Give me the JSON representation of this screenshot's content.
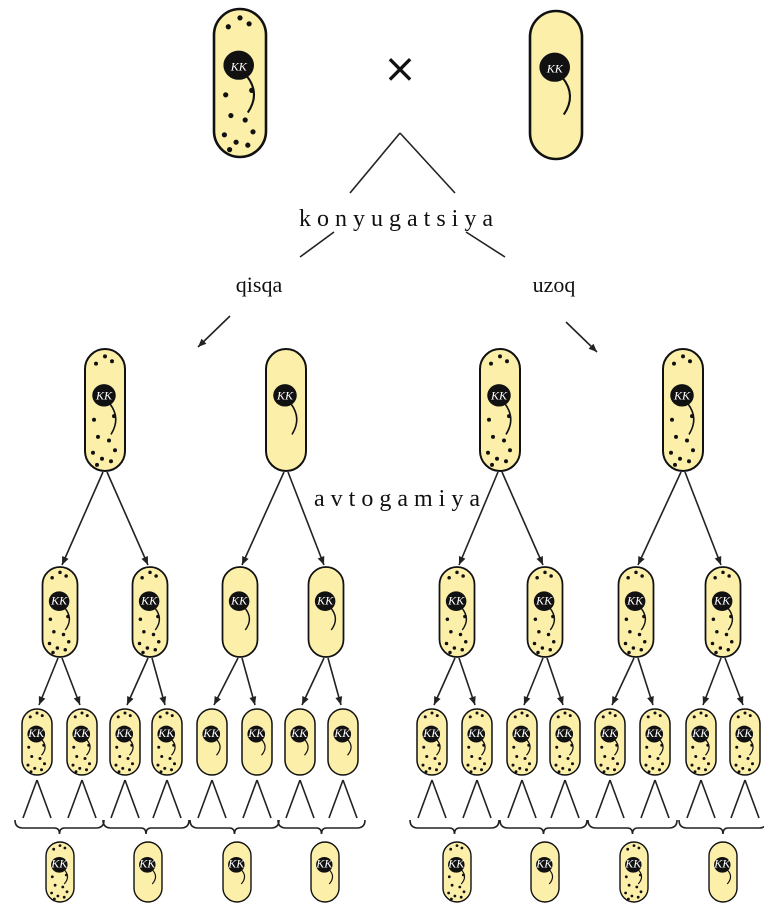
{
  "labels": {
    "cross_symbol": "×",
    "konyugatsiya": "konyugatsiya",
    "qisqa": "qisqa",
    "uzoq": "uzoq",
    "avtogamiya": "avtogamiya"
  },
  "nucleus_label": "KK",
  "colors": {
    "cell_fill": "#fbefaa",
    "cell_stroke": "#111111",
    "nucleus": "#111111",
    "line": "#222222"
  },
  "cells": {
    "parents": [
      {
        "name": "parent-spotted",
        "spots": true
      },
      {
        "name": "parent-plain",
        "spots": false
      }
    ],
    "row1": [
      {
        "spots": true
      },
      {
        "spots": false
      },
      {
        "spots": true
      },
      {
        "spots": true
      }
    ],
    "row2": [
      {
        "spots": true
      },
      {
        "spots": true
      },
      {
        "spots": false
      },
      {
        "spots": false
      },
      {
        "spots": true
      },
      {
        "spots": true
      },
      {
        "spots": true
      },
      {
        "spots": true
      }
    ],
    "row3": [
      {
        "spots": true
      },
      {
        "spots": true
      },
      {
        "spots": true
      },
      {
        "spots": true
      },
      {
        "spots": false
      },
      {
        "spots": false
      },
      {
        "spots": false
      },
      {
        "spots": false
      },
      {
        "spots": true
      },
      {
        "spots": true
      },
      {
        "spots": true
      },
      {
        "spots": true
      },
      {
        "spots": true
      },
      {
        "spots": true
      },
      {
        "spots": true
      },
      {
        "spots": true
      }
    ],
    "row4": [
      {
        "spots": true
      },
      {
        "spots": false
      },
      {
        "spots": false
      },
      {
        "spots": false
      },
      {
        "spots": true
      },
      {
        "spots": false
      },
      {
        "spots": true
      },
      {
        "spots": false
      }
    ]
  }
}
